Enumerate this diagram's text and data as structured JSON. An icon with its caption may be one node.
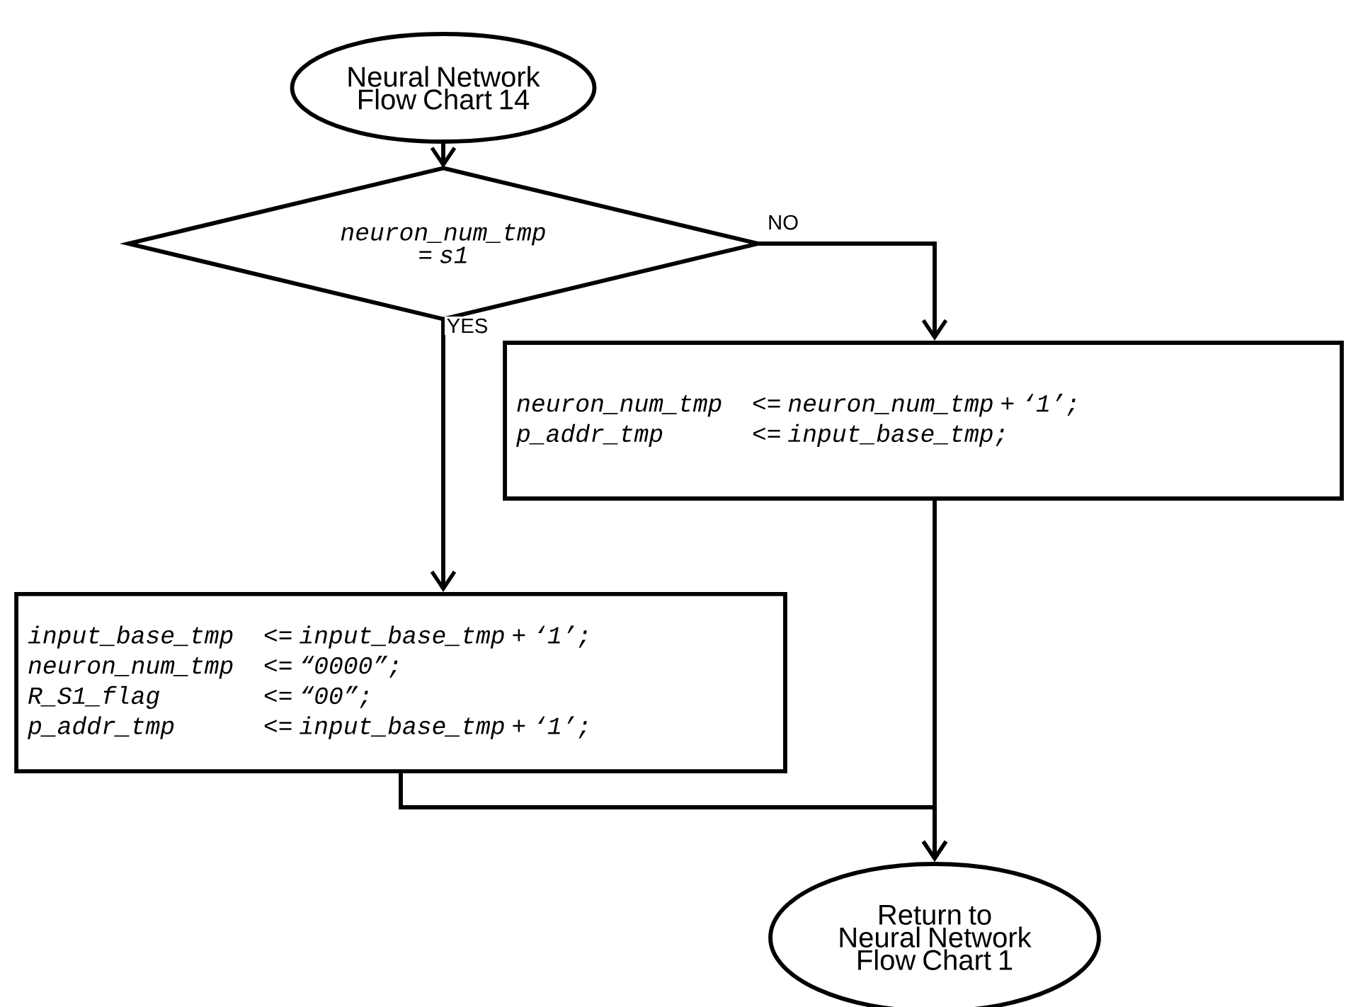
{
  "diagram": {
    "nodes": [
      {
        "text": [
          "Neural Network Flow Chart 14"
        ]
      },
      {
        "text": [
          "neuron_num_tmp = s1"
        ]
      },
      {
        "text": [
          "neuron_num_tmp",
          "<= neuron_num_tmp + ‘1’;",
          "p_addr_tmp",
          "<= input_base_tmp;"
        ]
      },
      {
        "text": [
          "input_base_tmp",
          "<= input_base_tmp + ‘1’;",
          "neuron_num_tmp",
          "<= “0000”;",
          "R_S1_flag",
          "<= “00”;",
          "p_addr_tmp",
          "<= input_base_tmp + ‘1’;"
        ]
      },
      {
        "text": [
          "Return to Neural Network Flow Chart 1"
        ]
      }
    ],
    "edges": [
      {
        "from": 0,
        "to": 1,
        "arrow": "to"
      },
      {
        "from": 1,
        "to": 2,
        "arrow": "to",
        "label": "NO"
      },
      {
        "from": 1,
        "to": 3,
        "arrow": "to",
        "label": "YES"
      },
      {
        "from": 2,
        "to": 4,
        "arrow": "to"
      },
      {
        "from": 3,
        "to": 4,
        "arrow": "to"
      }
    ]
  }
}
